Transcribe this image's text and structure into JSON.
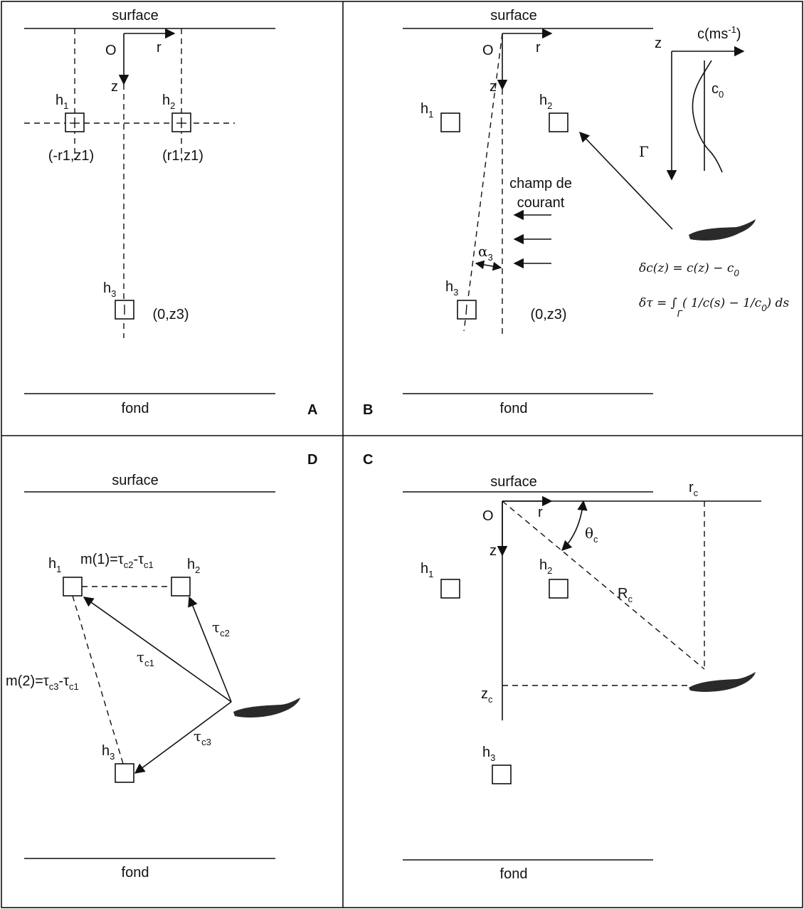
{
  "labels": {
    "surface": "surface",
    "fond": "fond",
    "origin": "O",
    "r": "r",
    "z": "z",
    "h": "h",
    "sub1": "1",
    "sub2": "2",
    "sub3": "3",
    "sub_c": "c",
    "sub_0": "0",
    "sub_c1": "c1",
    "sub_c2": "c2",
    "sub_c3": "c3"
  },
  "panelA": {
    "letter": "A",
    "coord_h1": "(-r1,z1)",
    "coord_h2": "(r1,z1)",
    "coord_h3": "(0,z3)"
  },
  "panelB": {
    "letter": "B",
    "current_line1": "champ de",
    "current_line2": "courant",
    "alpha": "α",
    "coord_h3": "(0,z3)",
    "speed_axis_base": "c(ms",
    "speed_axis_exp": "-1",
    "speed_axis_close": ")",
    "c_label": "c",
    "gamma": "Γ",
    "eq1": "δc(z) = c(z) − c",
    "eq2_lhs": "δτ = ∫",
    "eq2_int_sub": "Γ",
    "eq2_rhs": "( 1/c(s) − 1/c",
    "eq2_end": ") ds"
  },
  "panelC": {
    "letter": "C",
    "rc": "r",
    "theta": "θ",
    "Rc": "R",
    "zc": "z"
  },
  "panelD": {
    "letter": "D",
    "m1_label": "m(1)=τ",
    "m1_mid": "-τ",
    "m2_label": "m(2)=τ",
    "m2_mid": "-τ",
    "tau": "τ"
  }
}
